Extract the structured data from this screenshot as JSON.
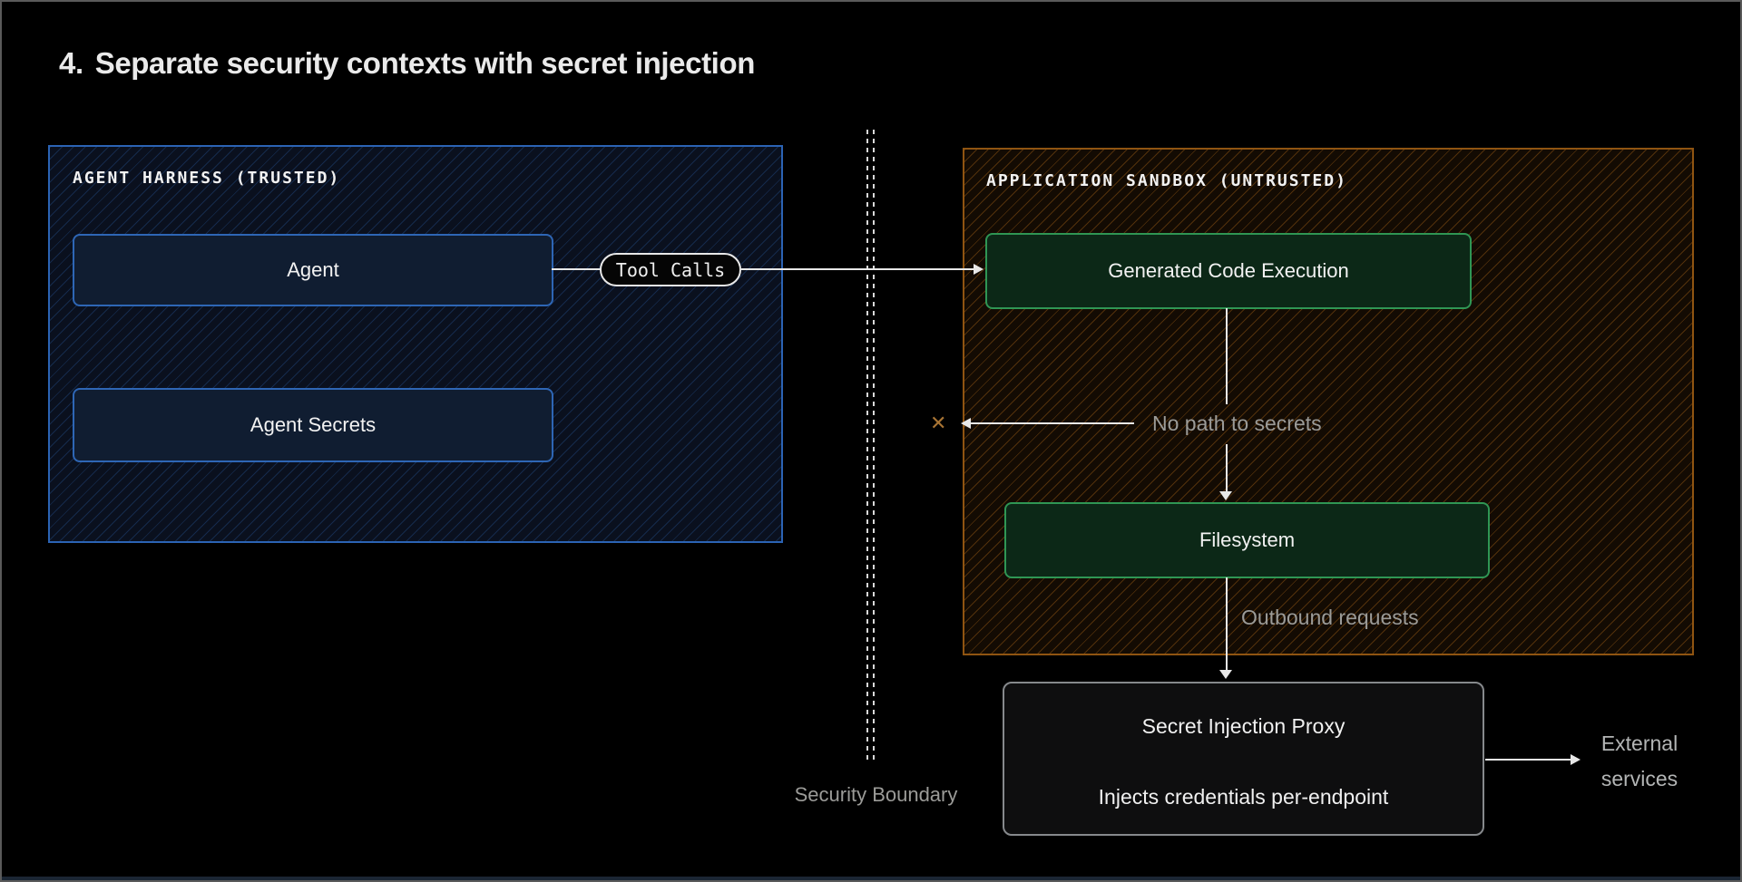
{
  "title": {
    "number": "4.",
    "text": "Separate security contexts with secret injection"
  },
  "harness": {
    "label": "AGENT HARNESS (TRUSTED)",
    "agent_label": "Agent",
    "secrets_label": "Agent Secrets"
  },
  "sandbox": {
    "label": "APPLICATION SANDBOX (UNTRUSTED)",
    "gce_label": "Generated Code Execution",
    "filesystem_label": "Filesystem"
  },
  "proxy": {
    "title": "Secret Injection Proxy",
    "subtitle": "Injects credentials per-endpoint"
  },
  "connectors": {
    "tool_calls": "Tool Calls",
    "no_path": "No path to secrets",
    "blocked_mark": "✕",
    "outbound": "Outbound requests",
    "boundary": "Security Boundary",
    "external": "External",
    "services": "services"
  },
  "colors": {
    "harness_border": "#2b63b4",
    "node_blue_bg": "#101d31",
    "node_blue_border": "#2e66b5",
    "sandbox_border": "#8f5411",
    "node_green_bg": "#0c2817",
    "node_green_border": "#2f9654",
    "proxy_bg": "#0e0e0f",
    "proxy_border": "#86898c",
    "arrow": "#e8e8e8",
    "muted_text": "#9b9b98",
    "external_text": "#b3b5b5",
    "blocked_x": "#a87434"
  }
}
